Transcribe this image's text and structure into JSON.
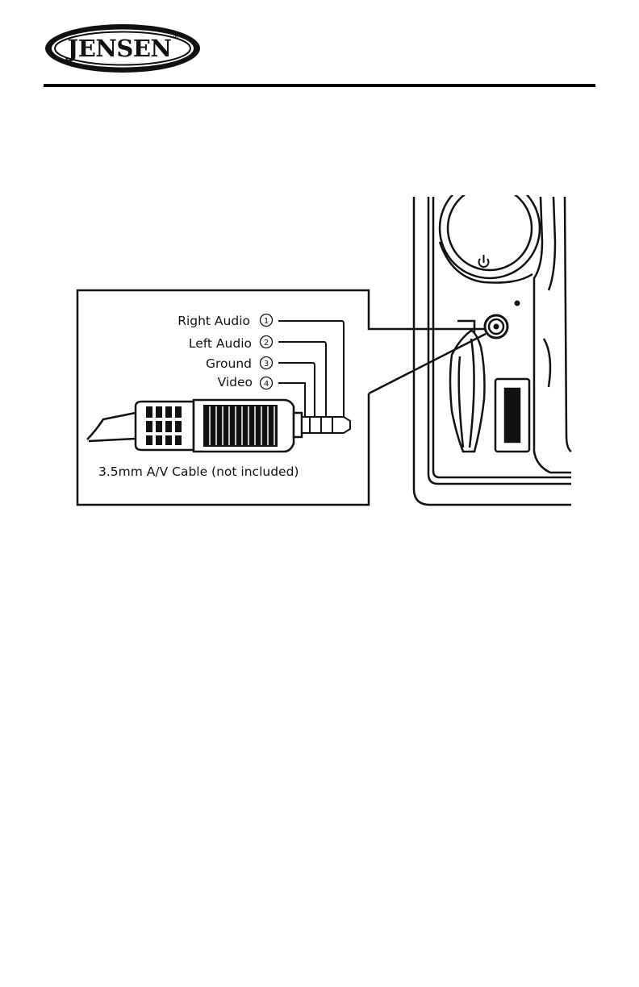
{
  "header": {
    "brand": "JENSEN",
    "registered_mark": "®"
  },
  "figure": {
    "labels": [
      {
        "text": "Right Audio",
        "number": "1"
      },
      {
        "text": "Left Audio",
        "number": "2"
      },
      {
        "text": "Ground",
        "number": "3"
      },
      {
        "text": "Video",
        "number": "4"
      }
    ],
    "caption": "3.5mm A/V Cable (not included)"
  },
  "icons": {
    "power": "power-icon"
  }
}
